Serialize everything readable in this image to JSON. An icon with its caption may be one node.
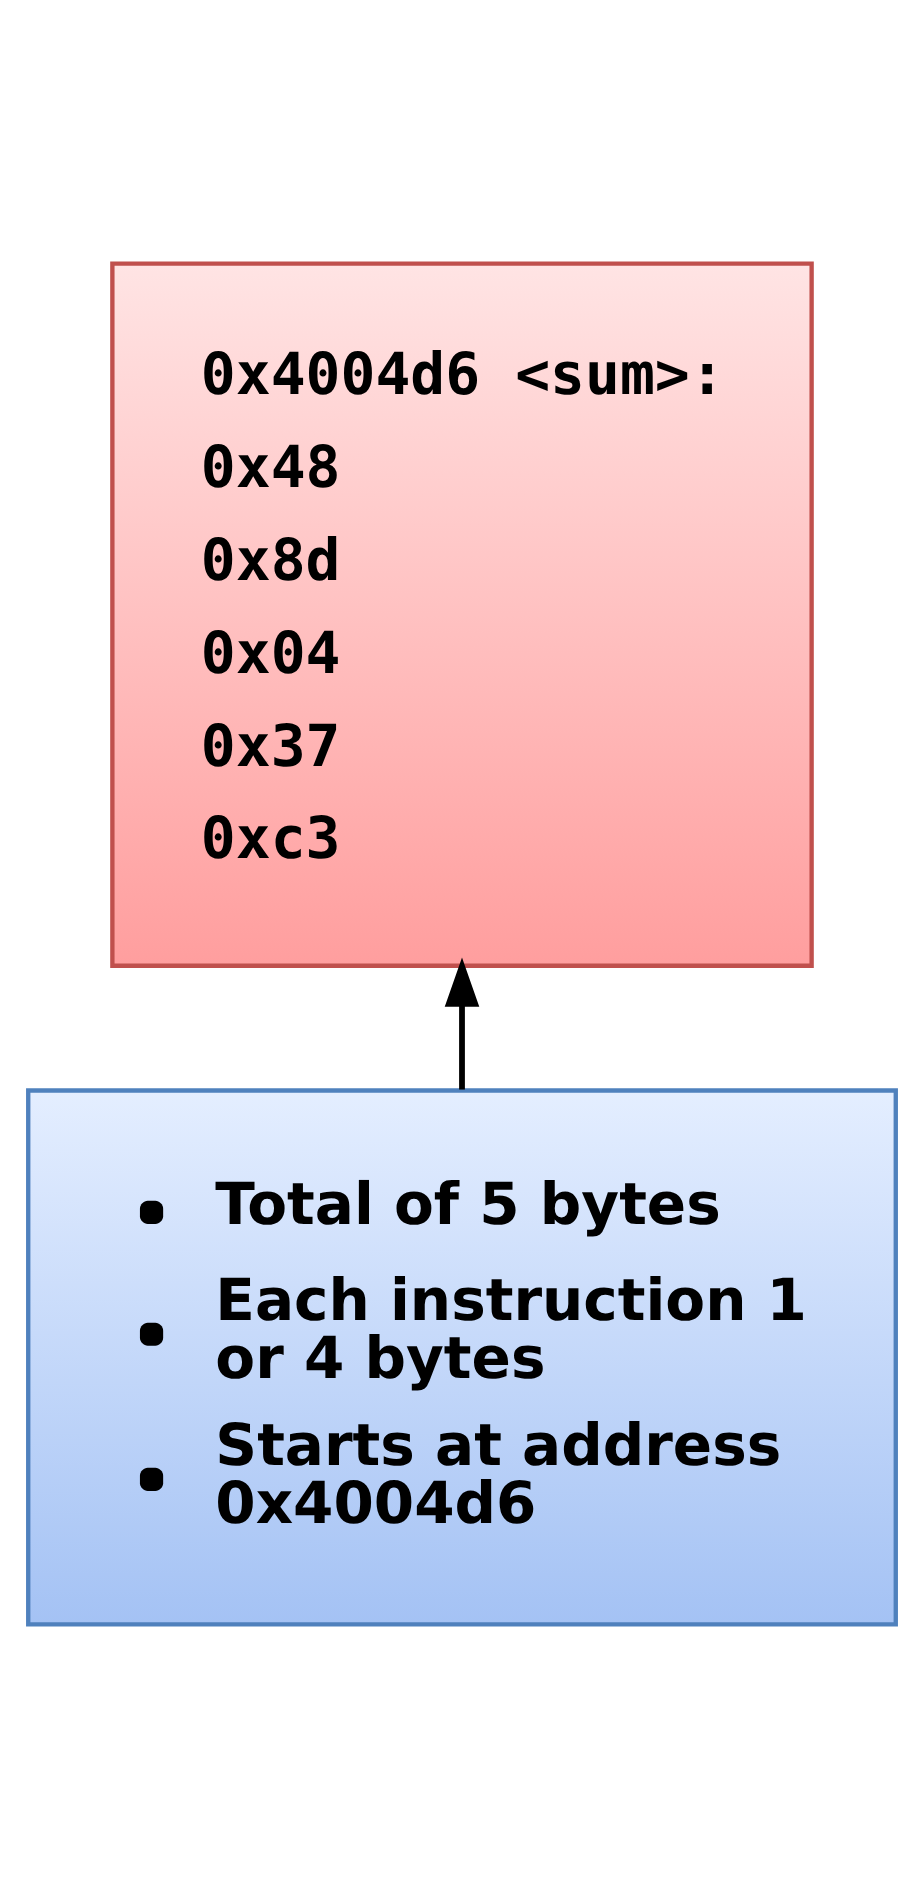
{
  "diagram": {
    "nodes": [
      {
        "text": [
          "0x4004d6 <sum>:",
          "0x48",
          "0x8d",
          "0x04",
          "0x37",
          "0xc3"
        ]
      },
      {
        "text": [
          "Total of 5 bytes",
          "Each instruction 1 or 4 bytes",
          "Starts at address 0x4004d6"
        ]
      }
    ],
    "edges": [
      {
        "from": 1,
        "to": 0,
        "arrow": "to"
      }
    ]
  }
}
